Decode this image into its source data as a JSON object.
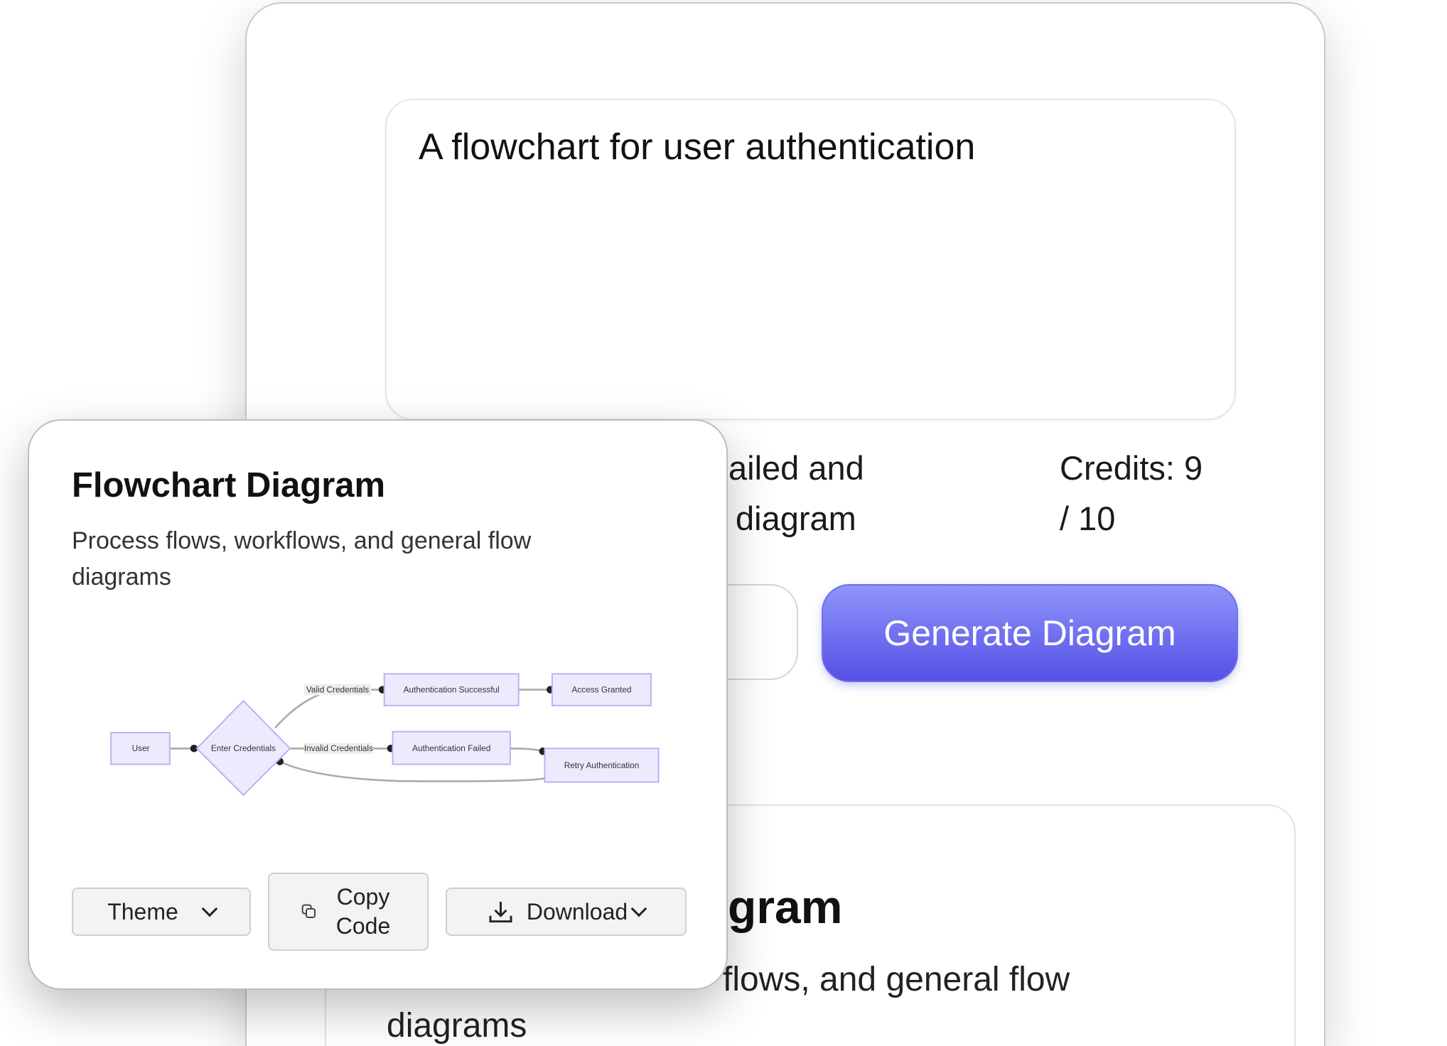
{
  "prompt": {
    "value": "A flowchart for user authentication"
  },
  "hint": {
    "line1": "ailed and",
    "line2": "diagram"
  },
  "credits": {
    "label": "Credits: 9",
    "total": "/ 10"
  },
  "generate_button": {
    "label": "Generate Diagram",
    "color": "#5a55e6"
  },
  "lower_card": {
    "title_fragment": "gram",
    "desc_fragment": "flows, and general flow",
    "desc_line2": "diagrams"
  },
  "card": {
    "title": "Flowchart Diagram",
    "description": "Process flows, workflows, and general flow diagrams",
    "diagram": {
      "nodes": {
        "user": "User",
        "enter": "Enter Credentials",
        "success": "Authentication Successful",
        "granted": "Access Granted",
        "failed": "Authentication Failed",
        "retry": "Retry Authentication"
      },
      "edges": {
        "valid": "Valid Credentials",
        "invalid": "Invalid Credentials"
      }
    },
    "buttons": {
      "theme": "Theme",
      "copy": "Copy Code",
      "download": "Download"
    }
  }
}
